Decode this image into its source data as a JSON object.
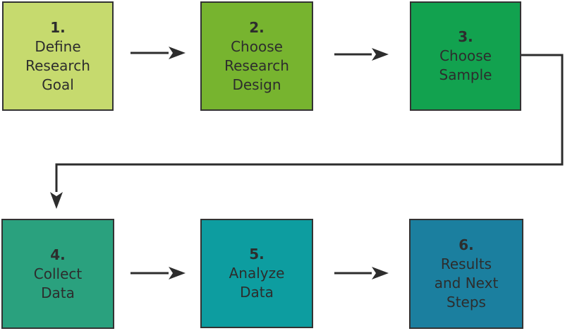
{
  "diagram": {
    "description": "Six-step research process flowchart",
    "background_color": "#ffffff",
    "line_color": "#2d2d2d",
    "border_color": "#333333",
    "text_color": "#2d2d2d",
    "steps": [
      {
        "number": "1.",
        "label": "Define\nResearch\nGoal",
        "color": "#c6da6e"
      },
      {
        "number": "2.",
        "label": "Choose\nResearch\nDesign",
        "color": "#77b42f"
      },
      {
        "number": "3.",
        "label": "Choose\nSample",
        "color": "#12a24f"
      },
      {
        "number": "4.",
        "label": "Collect\nData",
        "color": "#2aa17e"
      },
      {
        "number": "5.",
        "label": "Analyze\nData",
        "color": "#0d9da0"
      },
      {
        "number": "6.",
        "label": "Results\nand Next\nSteps",
        "color": "#1b7f9f"
      }
    ],
    "connections": [
      "step-1-to-step-2",
      "step-2-to-step-3",
      "step-3-to-step-4-elbow",
      "step-4-to-step-5",
      "step-5-to-step-6"
    ]
  }
}
